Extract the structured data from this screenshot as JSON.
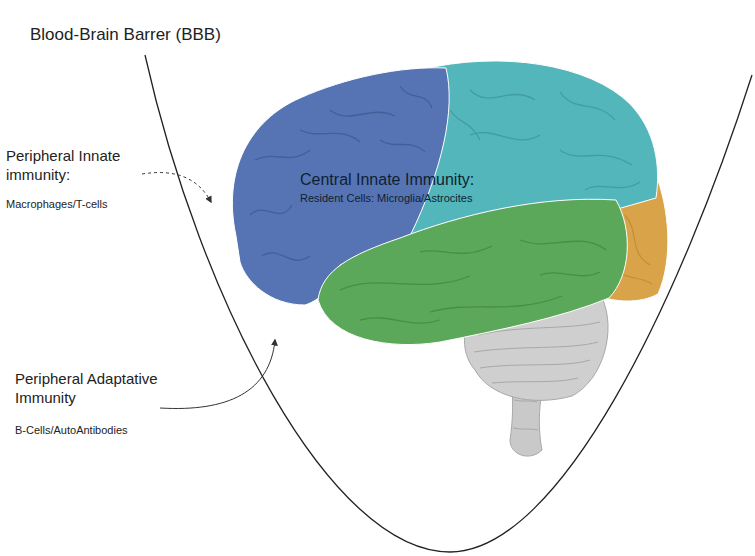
{
  "diagram": {
    "title": "Blood-Brain Barrer (BBB)",
    "labels": [
      "Peripheral Innate immunity:",
      "Macrophages/T-cells",
      "Central Innate Immunity:",
      "Resident Cells: Microglia/Astrocites",
      "Peripheral Adaptative Immunity",
      "B-Cells/AutoAntibodies"
    ]
  }
}
